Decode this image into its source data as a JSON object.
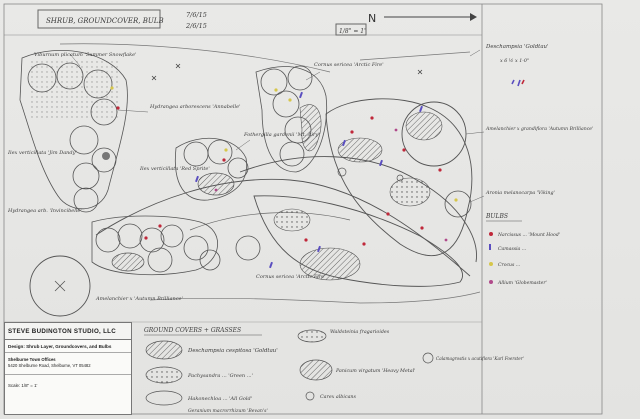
{
  "header": {
    "sheet_label": "SHRUB, GROUNDCOVER, BULB",
    "date_1": "7/6/15",
    "date_2": "2/6/15",
    "scale_note": "1/8\" = 1'",
    "north_label": "N"
  },
  "plant_labels": {
    "viburnum": "Viburnum plicatum 'Summer Snowflake'",
    "hydrangea_arb": "Hydrangea arborescens 'Annabelle'",
    "cornus_top": "Cornus sericea 'Arctic Fire'",
    "fothergilla": "Fothergilla gardenii 'Mt. Airy'",
    "ilex_left": "Ilex verticillata 'Jim Dandy'",
    "ilex_red": "Ilex verticillata 'Red Sprite'",
    "hydrangea_low": "Hydrangea arb. 'Invincibelle'",
    "cornus_bottom": "Cornus sericea 'Arctic Fire'",
    "amelanchier_bottom": "Amelanchier x 'Autumn Brilliance'",
    "amelanchier_right": "Amelanchier x grandiflora 'Autumn Brilliance'",
    "aronia": "Aronia melanocarpa 'Viking'",
    "deschampsia_top": "Deschampsia 'Goldtau'",
    "deschampsia_top_note": "x 6 ½ x 1-0\""
  },
  "bulbs": {
    "heading": "BULBS",
    "items": [
      {
        "label": "Narcissus ... 'Mount Hood'",
        "color": "#c0283a"
      },
      {
        "label": "Camassia ...",
        "color": "#5a4ec0"
      },
      {
        "label": "Crocus ...",
        "color": "#c9b840"
      },
      {
        "label": "Allium 'Globemaster'",
        "color": "#b04a8a"
      }
    ]
  },
  "groundcovers": {
    "heading": "GROUND COVERS + GRASSES",
    "items": [
      {
        "label": "Deschampsia cespitosa 'Goldtau'"
      },
      {
        "label": "Pachysandra ... 'Green ...'"
      },
      {
        "label": "Hakonechloa ... 'All Gold'"
      },
      {
        "label": "Geranium macrorrhizum 'Bevan's'"
      },
      {
        "label": "Waldsteinia fragarioides"
      },
      {
        "label": "Panicum virgatum 'Heavy Metal'"
      },
      {
        "label": "Calamagrostis x acutiflora 'Karl Foerster'"
      },
      {
        "label": "Carex albicans"
      }
    ]
  },
  "title_block": {
    "studio": "STEVE BUDINGTON STUDIO, LLC",
    "design": "Design: Shrub Layer, Groundcovers, and Bulbs",
    "client": "Shelburne Town Offices",
    "address": "5420 Shelburne Road, Shelburne, VT 05482",
    "scale": "Scale: 1/8\" = 1'"
  },
  "colors": {
    "red_dot": "#c0283a",
    "blue_mark": "#5a4ec0",
    "magenta": "#b04a8a",
    "yellow": "#d6c64a",
    "pencil": "#3a3a3a"
  }
}
